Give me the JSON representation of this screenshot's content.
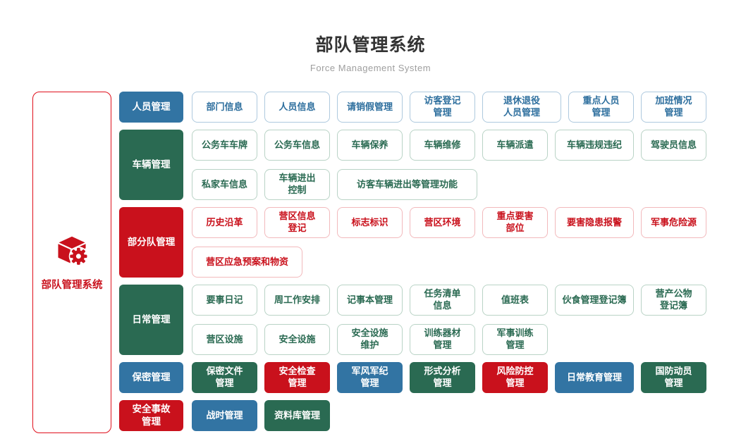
{
  "header": {
    "title": "部队管理系统",
    "subtitle": "Force Management System"
  },
  "sidebar": {
    "label": "部队管理系统",
    "icon": "cube-gear-icon"
  },
  "palette": {
    "blue": "#3274a3",
    "green": "#2a6a52",
    "red": "#c9111c",
    "blue_border": "#aec9de",
    "green_border": "#b9d3c6",
    "red_border": "#f2b9bc",
    "title_text": "#333333",
    "subtitle_text": "#9e9e9e"
  },
  "rows": [
    {
      "name": "personnel",
      "category": {
        "label": "人员管理",
        "theme": "blue"
      },
      "variant": "outline",
      "theme": "blue",
      "lines": [
        [
          {
            "label": "部门信息"
          },
          {
            "label": "人员信息"
          },
          {
            "label": "请销假管理"
          },
          {
            "label": "访客登记\n管理"
          },
          {
            "label": "退休退役\n人员管理",
            "w": 112
          },
          {
            "label": "重点人员\n管理"
          },
          {
            "label": "加班情况\n管理"
          }
        ]
      ]
    },
    {
      "name": "vehicle",
      "category": {
        "label": "车辆管理",
        "theme": "green"
      },
      "variant": "outline",
      "theme": "green",
      "lines": [
        [
          {
            "label": "公务车车牌"
          },
          {
            "label": "公务车信息"
          },
          {
            "label": "车辆保养"
          },
          {
            "label": "车辆维修"
          },
          {
            "label": "车辆派遣"
          },
          {
            "label": "车辆违规违纪",
            "w": 112
          },
          {
            "label": "驾驶员信息"
          }
        ],
        [
          {
            "label": "私家车信息"
          },
          {
            "label": "车辆进出\n控制"
          },
          {
            "label": "访客车辆进出等管理功能",
            "w": 199
          }
        ]
      ]
    },
    {
      "name": "sub-unit",
      "category": {
        "label": "部分队管理",
        "theme": "red"
      },
      "variant": "outline",
      "theme": "red",
      "lines": [
        [
          {
            "label": "历史沿革"
          },
          {
            "label": "营区信息\n登记"
          },
          {
            "label": "标志标识"
          },
          {
            "label": "营区环境"
          },
          {
            "label": "重点要害\n部位"
          },
          {
            "label": "要害隐患报警",
            "w": 112
          },
          {
            "label": "军事危险源"
          }
        ],
        [
          {
            "label": "营区应急预案和物资",
            "w": 157
          }
        ]
      ]
    },
    {
      "name": "daily",
      "category": {
        "label": "日常管理",
        "theme": "green"
      },
      "variant": "outline",
      "theme": "green",
      "lines": [
        [
          {
            "label": "要事日记"
          },
          {
            "label": "周工作安排"
          },
          {
            "label": "记事本管理"
          },
          {
            "label": "任务清单\n信息"
          },
          {
            "label": "值班表"
          },
          {
            "label": "伙食管理登记簿",
            "w": 112
          },
          {
            "label": "营产公物\n登记簿"
          }
        ],
        [
          {
            "label": "营区设施"
          },
          {
            "label": "安全设施"
          },
          {
            "label": "安全设施\n维护"
          },
          {
            "label": "训练器材\n管理"
          },
          {
            "label": "军事训练\n管理"
          }
        ]
      ]
    },
    {
      "name": "secrecy",
      "category": {
        "label": "保密管理",
        "theme": "blue"
      },
      "variant": "solid",
      "lines": [
        [
          {
            "label": "保密文件\n管理",
            "theme": "green"
          },
          {
            "label": "安全检查\n管理",
            "theme": "red"
          },
          {
            "label": "军风军纪\n管理",
            "theme": "blue"
          },
          {
            "label": "形式分析\n管理",
            "theme": "green"
          },
          {
            "label": "风险防控\n管理",
            "theme": "red"
          },
          {
            "label": "日常教育管理",
            "theme": "blue",
            "w": 112
          },
          {
            "label": "国防动员\n管理",
            "theme": "green"
          }
        ]
      ]
    },
    {
      "name": "safety-incident",
      "category": {
        "label": "安全事故\n管理",
        "theme": "red"
      },
      "variant": "solid",
      "lines": [
        [
          {
            "label": "战时管理",
            "theme": "blue"
          },
          {
            "label": "资料库管理",
            "theme": "green"
          }
        ]
      ]
    }
  ]
}
